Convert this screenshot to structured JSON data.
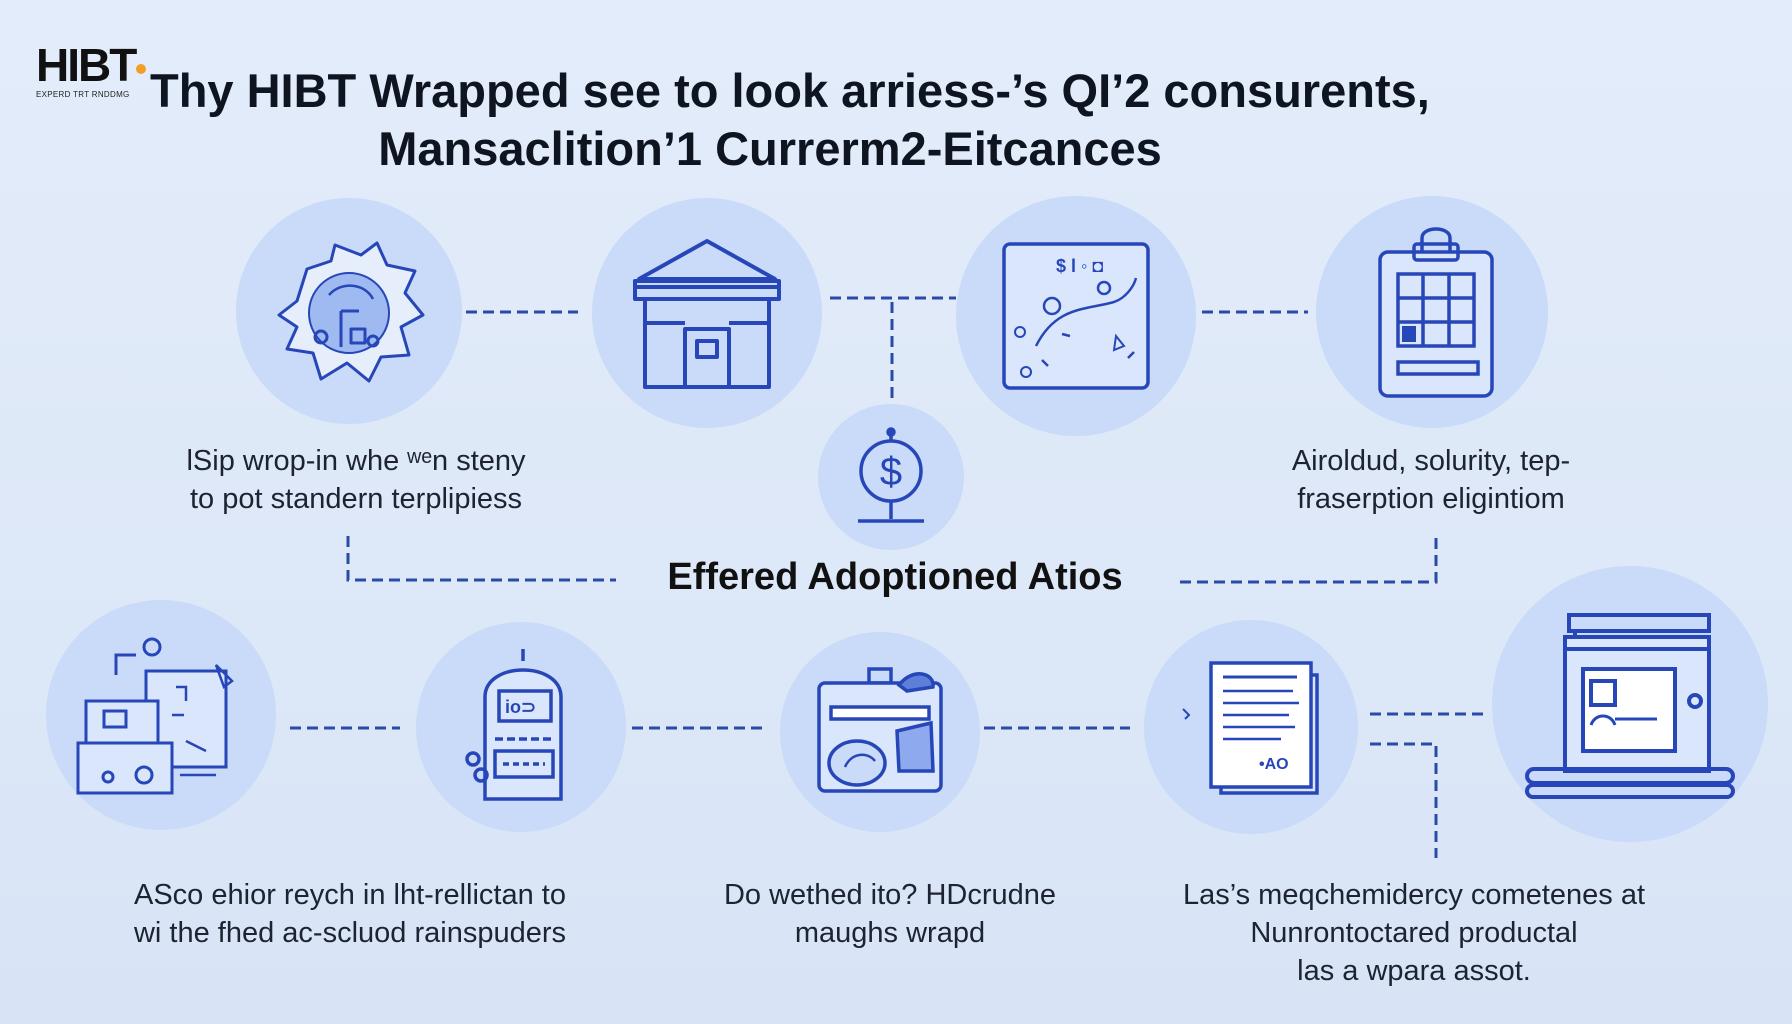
{
  "logo": {
    "text": "HIBT",
    "subtitle": "EXPERD TRT RNDDMG"
  },
  "title": {
    "line1": "Thy HIBT Wrapped see to look arriess-’s QI’2 consurents,",
    "line2": "Mansaclition’1 Currerm2-Eitcances"
  },
  "center_label": "Effered Adoptioned Atios",
  "captions": {
    "top_left": {
      "line1": "lSip wrop-in whe ʷᵉn steny",
      "line2": "to pot standern terplipiess"
    },
    "top_right": {
      "line1": "Airoldud, solurity, tep-",
      "line2": "fraserption eligintiom"
    },
    "bottom_left": {
      "line1": "ASco ehior reych in lht-rellictan to",
      "line2": "wi the fhed ac-scluod rainspuders"
    },
    "bottom_middle": {
      "line1": "Do wethed ito? HDcrudne",
      "line2": "maughs wrapd"
    },
    "bottom_right": {
      "line1": "Las’s meqchemidercy cometenes at",
      "line2": "Nunrontoctared productal",
      "line3": "las a wpara assot."
    }
  },
  "icon_labels": {
    "dashboard_text": "$ l ◦ ◘",
    "badge_text": "io⊃",
    "doc_text": "•AO"
  },
  "colors": {
    "background": "#e3ecfa",
    "circle": "#c9dbf8",
    "icon": "#2747b8",
    "connector": "#2a4aa8",
    "logo_accent": "#f2a024"
  }
}
